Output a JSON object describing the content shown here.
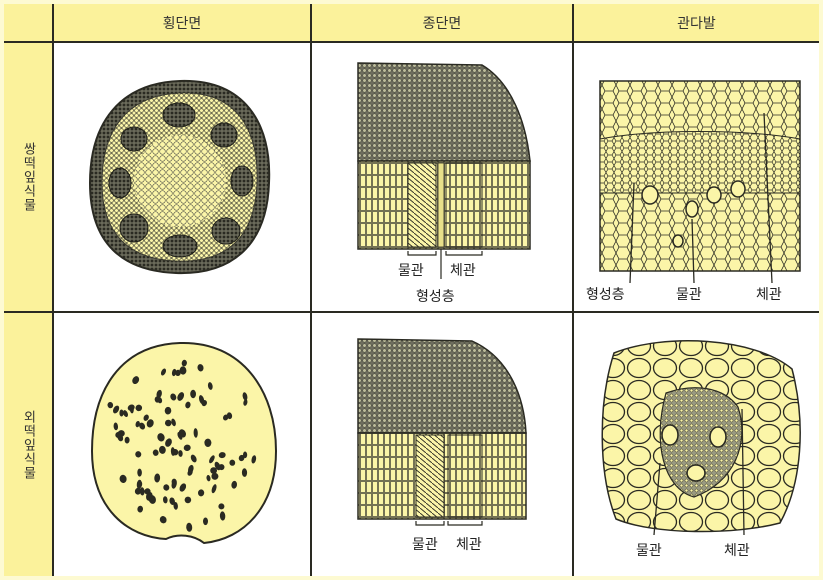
{
  "columns": [
    "횡단면",
    "종단면",
    "관다발"
  ],
  "rows": [
    "쌍떡잎식물",
    "외떡잎식물"
  ],
  "labels": {
    "xylem": "물관",
    "phloem": "체관",
    "cambium": "형성층"
  },
  "colors": {
    "header_bg": "#fbf29b",
    "tissue_yellow": "#fbf5a8",
    "ink": "#2a2a22"
  }
}
